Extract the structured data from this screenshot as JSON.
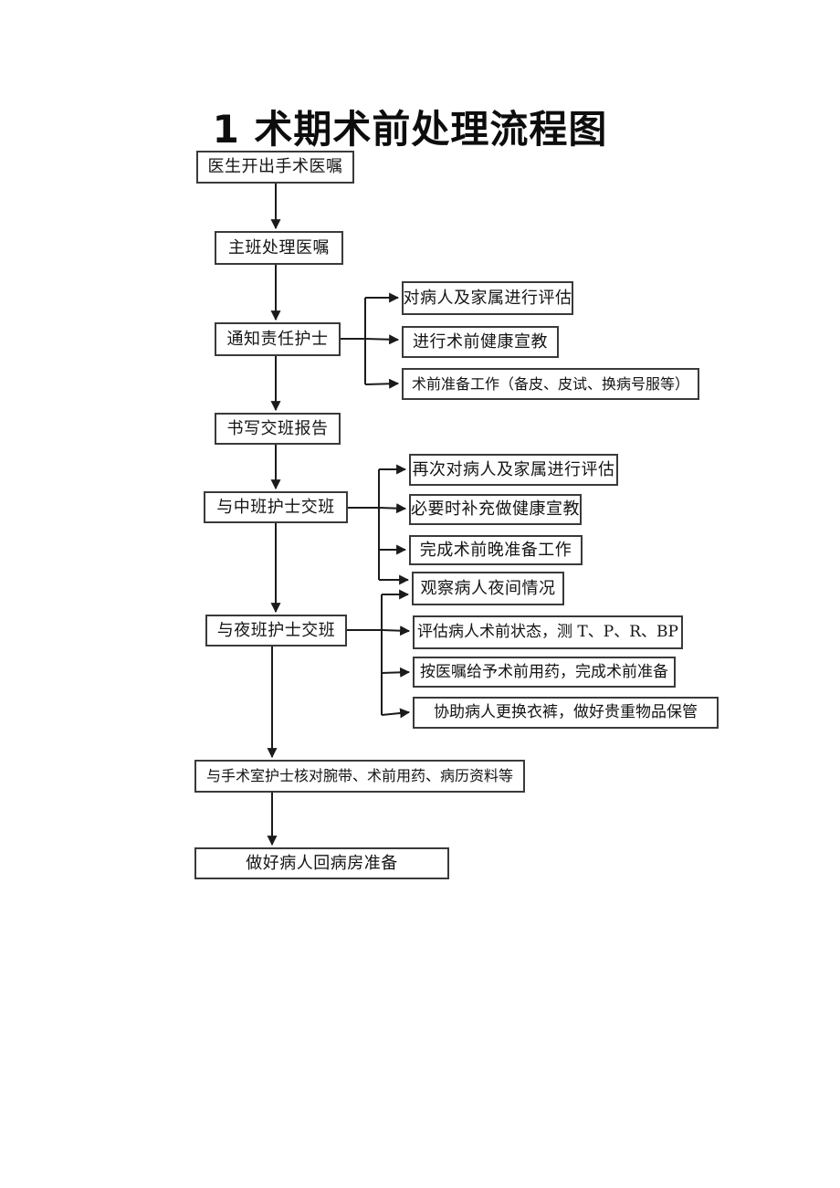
{
  "page": {
    "title": "1 术期术前处理流程图"
  },
  "flowchart": {
    "main_nodes": [
      {
        "label": "医生开出手术医嘱"
      },
      {
        "label": "主班处理医嘱"
      },
      {
        "label": "通知责任护士"
      },
      {
        "label": "书写交班报告"
      },
      {
        "label": "与中班护士交班"
      },
      {
        "label": "与夜班护士交班"
      },
      {
        "label": "与手术室护士核对腕带、术前用药、病历资料等"
      },
      {
        "label": "做好病人回病房准备"
      }
    ],
    "notify_nurse_branches": [
      {
        "label": "对病人及家属进行评估"
      },
      {
        "label": "进行术前健康宣教"
      },
      {
        "label": "术前准备工作（备皮、皮试、换病号服等）"
      }
    ],
    "mid_shift_branches": [
      {
        "label": "再次对病人及家属进行评估"
      },
      {
        "label": "必要时补充做健康宣教"
      },
      {
        "label": "完成术前晚准备工作"
      },
      {
        "label": "观察病人夜间情况"
      }
    ],
    "night_shift_branches": [
      {
        "label": "评估病人术前状态，测 T、P、R、BP"
      },
      {
        "label": "按医嘱给予术前用药，完成术前准备"
      },
      {
        "label": "协助病人更换衣裤，做好贵重物品保管"
      }
    ],
    "note": "观察病人夜间情况 receives arrows from both 与中班护士交班 and 与夜班护士交班"
  },
  "colors": {
    "background": "#ffffff",
    "line": "#1b1b1b",
    "box_border": "#3a3a3a",
    "text": "#141414"
  }
}
